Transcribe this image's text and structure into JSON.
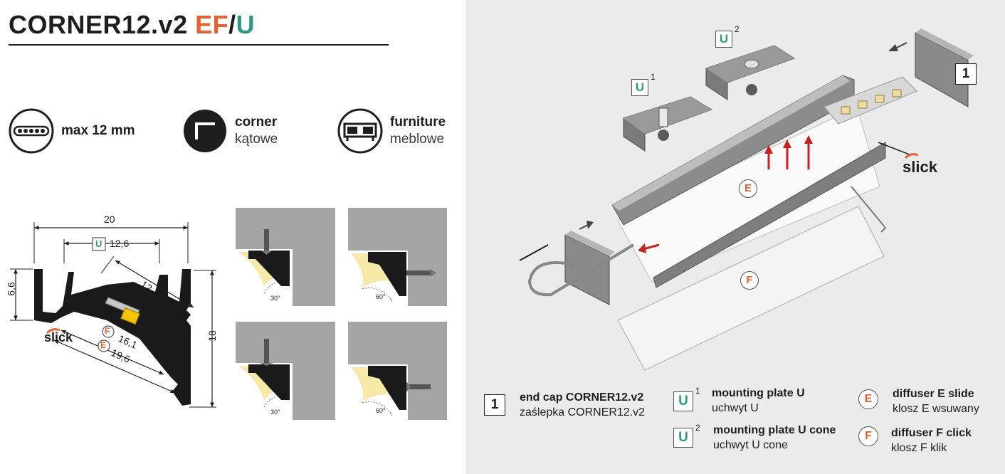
{
  "title": {
    "main": "CORNER12.v2",
    "ef": "EF",
    "slash": "/",
    "u": "U"
  },
  "features": [
    {
      "icon": "led-strip-icon",
      "label": "max 12 mm",
      "sub": ""
    },
    {
      "icon": "corner-icon",
      "label": "corner",
      "sub": "kątowe"
    },
    {
      "icon": "furniture-icon",
      "label": "furniture",
      "sub": "meblowe"
    }
  ],
  "dimensions": {
    "width": "20",
    "u_width": "12,6",
    "u_tag": "U",
    "depth": "6,6",
    "height": "18",
    "diag": "12",
    "f_value": "16,1",
    "e_value": "19,6",
    "f_tag": "F",
    "e_tag": "E"
  },
  "brand": "slick",
  "mounting_views": [
    {
      "angle": "30°"
    },
    {
      "angle": "60°"
    },
    {
      "angle": "30°"
    },
    {
      "angle": "60°"
    }
  ],
  "exploded": {
    "u1_tag": "U",
    "u1_sup": "1",
    "u2_tag": "U",
    "u2_sup": "2",
    "part1_tag": "1",
    "e_tag": "E",
    "f_tag": "F",
    "brand": "slick"
  },
  "legend": [
    {
      "tag": "1",
      "title": "end cap CORNER12.v2",
      "sub": "zaślepka CORNER12.v2"
    },
    {
      "tag": "U",
      "sup": "1",
      "title": "mounting plate U",
      "sub": "uchwyt U"
    },
    {
      "tag": "U",
      "sup": "2",
      "title": "mounting plate U cone",
      "sub": "uchwyt U cone"
    },
    {
      "tag": "E",
      "title": "diffuser E slide",
      "sub": "klosz E wsuwany"
    },
    {
      "tag": "F",
      "title": "diffuser F click",
      "sub": "klosz F klik"
    }
  ],
  "colors": {
    "accent_orange": "#e8602e",
    "accent_teal": "#2e9a84",
    "panel_gray": "#ebebeb",
    "wall_gray": "#a5a5a5",
    "led_yellow": "#f2c400"
  }
}
